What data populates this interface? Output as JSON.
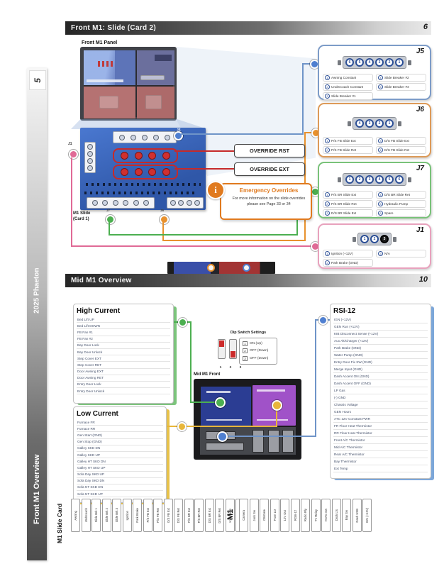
{
  "sidebar": {
    "page_number": "5",
    "brand": "2025 Phaeton",
    "section": "Front M1 Overview"
  },
  "front_section": {
    "title": "Front M1: Slide (Card 2)",
    "page": "6",
    "panel_label": "Front M1 Panel",
    "board": {
      "j1": "J1",
      "j5": "J5",
      "j6": "J6",
      "j7": "J7",
      "caption_line1": "M1 Slide",
      "caption_line2": "(Card 1)"
    },
    "overrides": [
      "OVERRIDE RST",
      "OVERRIDE EXT"
    ],
    "info": {
      "icon": "i",
      "title": "Emergency Overrides",
      "body": "For more information on the slide overrides please see Page 33 or 34"
    },
    "connectors": [
      {
        "id": "J5",
        "color": "#7d9cc8",
        "pins": [
          {
            "n": "6"
          },
          {
            "n": "5"
          },
          {
            "n": "4"
          },
          {
            "n": "3"
          },
          {
            "n": "2"
          },
          {
            "n": "1"
          }
        ],
        "left": [
          {
            "n": "1",
            "t": "Awning Constant"
          },
          {
            "n": "2",
            "t": "Undercoach Constant"
          },
          {
            "n": "3",
            "t": "Slide Breaker #1"
          }
        ],
        "right": [
          {
            "n": "4",
            "t": "Slide Breaker #2"
          },
          {
            "n": "5",
            "t": "Slide Breaker #3"
          }
        ]
      },
      {
        "id": "J6",
        "color": "#dd9a58",
        "pins": [
          {
            "n": "4"
          },
          {
            "n": "3"
          },
          {
            "n": "2"
          },
          {
            "n": "1"
          }
        ],
        "left": [
          {
            "n": "1",
            "t": "P/S FB Slide Ext"
          },
          {
            "n": "2",
            "t": "P/S FB Slide Ret"
          }
        ],
        "right": [
          {
            "n": "3",
            "t": "D/S FB Slide Ext"
          },
          {
            "n": "4",
            "t": "D/S FB Slide Ret"
          }
        ]
      },
      {
        "id": "J7",
        "color": "#79c279",
        "pins": [
          {
            "n": "1"
          },
          {
            "n": "2"
          },
          {
            "n": "3"
          },
          {
            "n": "4"
          },
          {
            "n": "5"
          },
          {
            "n": "6"
          }
        ],
        "left": [
          {
            "n": "1",
            "t": "P/S BR Slide Ext"
          },
          {
            "n": "2",
            "t": "P/S BR Slide Ret"
          },
          {
            "n": "3",
            "t": "D/S BR Slide Ext"
          }
        ],
        "right": [
          {
            "n": "4",
            "t": "D/S BR Slide Ret"
          },
          {
            "n": "5",
            "t": "Hydraulic Pump"
          },
          {
            "n": "6",
            "t": "Spare"
          }
        ]
      },
      {
        "id": "J1",
        "color": "#e8a2bd",
        "pins": [
          {
            "n": "1"
          },
          {
            "n": "2"
          },
          {
            "n": "3",
            "cls": "dark"
          }
        ],
        "left": [
          {
            "n": "1",
            "t": "Ignition (+12V)"
          },
          {
            "n": "2",
            "t": "Park Brake (GND)"
          }
        ],
        "right": [
          {
            "n": "3",
            "t": "N/A"
          }
        ]
      }
    ]
  },
  "mid_section": {
    "title": "Mid M1 Overview",
    "page": "10",
    "panel_label": "Mid M1 Front",
    "high_current": {
      "title": "High Current",
      "items": [
        "Bed Lift UP",
        "Bed Lift DOWN",
        "FB Fan #1",
        "FB Fan #2",
        "Bay Door Lock",
        "Bay Door Unlock",
        "Step Cover EXT",
        "Step Cover RET",
        "Door Awning EXT",
        "Door Awning RET",
        "Entry Door Lock",
        "Entry Door Unlock"
      ]
    },
    "low_current": {
      "title": "Low Current",
      "items": [
        "Furnace FR",
        "Furnace RR",
        "Gen Start (GND)",
        "Gen Stop (GND)",
        "Galley SKD DN",
        "Galley SKD UP",
        "Galley HT SKD DN",
        "Galley HT SKD UP",
        "Sofa Day SKD UP",
        "Sofa Day SKD DN",
        "Sofa NT SKD DN",
        "Sofa NT SKD UP"
      ]
    },
    "rsi": {
      "title": "RSI-12",
      "items": [
        "IGN (+12V)",
        "GEN Run (+12V)",
        "KIB Disconnect Sense (+12V)",
        "Aux Alt/Charger (+12V)",
        "Park Brake (GND)",
        "Water Pump (GND)",
        "Entry Door Fix SW (GND)",
        "Merge Input (GND)",
        "Dash Accent ON (GND)",
        "Dash Accent OFF (GND)",
        "LP Gas",
        "(-) GND",
        "Chassis Voltage",
        "GEN Hours",
        "ATC 12V Constant PWR",
        "FR Floor Heat Thermistor",
        "RR Floor Heat Thermistor",
        "Front A/C Thermistor",
        "Mid A/C Thermistor",
        "Rear A/C Thermistor",
        "Bay Thermistor",
        "Ext Temp"
      ]
    },
    "dip": {
      "title": "Dip Switch Settings",
      "rows": [
        {
          "n": "1",
          "t": "ON (Up)"
        },
        {
          "n": "2",
          "t": "OFF (Down)"
        },
        {
          "n": "3",
          "t": "OFF (Down)"
        }
      ],
      "switches": [
        {
          "n": "1",
          "cls": "up"
        },
        {
          "n": "2",
          "cls": "down"
        },
        {
          "n": "3",
          "cls": "down"
        }
      ]
    }
  },
  "bottom": {
    "left_title": "M1 Slide Card",
    "left_chips": [
      "Awning",
      "Undrcoach",
      "Slide Brk 1",
      "Slide Brk 2",
      "Slide Brk 3",
      "Ignition",
      "Park Brake",
      "P/S FB Ext",
      "P/S FB Ret",
      "D/S FB Ext",
      "D/S FB Ret",
      "P/S BR Ext",
      "P/S BR Ret",
      "D/S BR Ext",
      "D/S BR Ret",
      "Hyd Pump",
      "Spare"
    ],
    "right_title": "M1",
    "right_chips": [
      "Camera",
      "Jack Sw",
      "CB/Gate",
      "Front LD",
      "12V Out",
      "RGB-12",
      "Radio Rly",
      "TV Relay",
      "HVAC Sw",
      "Dock Lts",
      "Bay Sw",
      "Dash USB",
      "IGN (+12V)"
    ]
  },
  "colors": {
    "j5_blue": "#7d9cc8",
    "j6_orange": "#dd9a58",
    "j7_green": "#79c279",
    "j1_pink": "#e8a2bd",
    "override_red": "#c62a2a",
    "info_orange": "#e07a1f",
    "high_green": "#7cc47c",
    "low_yellow": "#e8c24a",
    "rsi_blue": "#7da7d9"
  }
}
